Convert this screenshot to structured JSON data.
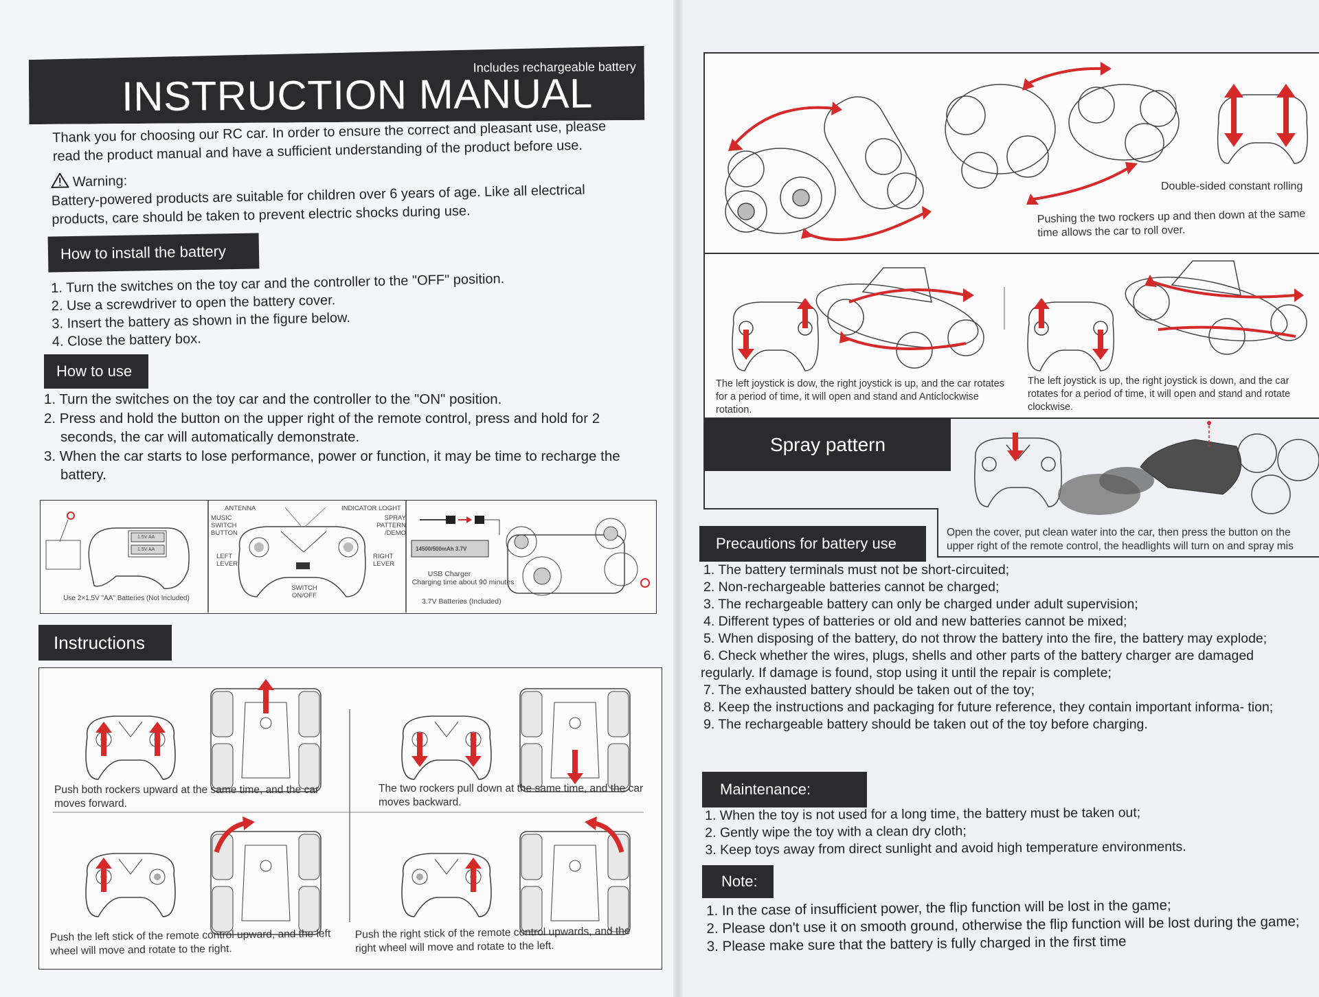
{
  "header": {
    "subtitle": "Includes rechargeable battery",
    "title": "INSTRUCTION MANUAL"
  },
  "intro": "Thank you for choosing our RC car. In order to ensure the correct and pleasant use, please read the product manual and have a sufficient understanding of the product before use.",
  "warning": {
    "label": "Warning:",
    "text": "Battery-powered products are suitable for children over 6 years of age. Like all electrical products, care should be taken to prevent electric shocks during use."
  },
  "install": {
    "heading": "How to install the battery",
    "steps": [
      "1. Turn the switches on the toy car and the controller to the \"OFF\" position.",
      "2. Use a screwdriver to open the battery cover.",
      "3. Insert the battery as shown in the figure below.",
      "4. Close the battery box."
    ]
  },
  "use": {
    "heading": "How to use",
    "steps": [
      "1. Turn the switches on the toy car and the controller to the \"ON\" position.",
      "2. Press and hold the button on the upper right of the remote control, press and hold for 2 seconds, the car will automatically demonstrate.",
      "3. When the car starts to lose performance, power or function, it may be time to recharge the battery."
    ]
  },
  "diagram": {
    "battery_caption": "Use 2×1.5V \"AA\" Batteries (Not Included)",
    "battery_label_1": "1.5V AA",
    "battery_label_2": "1.5V AA",
    "antenna": "ANTENNA",
    "indicator": "INDICATOR LOGHT",
    "music_switch": "MUSIC SWITCH BUTTON",
    "spray_pattern": "SPRAY PATTERN /DEMO",
    "left_lever": "LEFT LEVER",
    "right_lever": "RIGHT LEVER",
    "switch": "SWITCH ON/OFF",
    "battery_pack": "14500/500mAh 3.7V",
    "charger": "USB Charger",
    "charge_time": "Charging time about 90 minutes",
    "batteries_included": "3.7V Batteries (Included)"
  },
  "instructions": {
    "heading": "Instructions",
    "forward": "Push both rockers upward at the same time, and the car moves forward.",
    "backward": "The two rockers pull down at the same time, and the car moves backward.",
    "left": "Push the left stick of the remote control upward, and the left wheel will move and rotate to the right.",
    "right": "Push the right stick of the remote control upwards, and the right wheel will move and rotate to the left."
  },
  "right_panel": {
    "double_sided": "Double-sided constant rolling",
    "roll_over": "Pushing the two rockers up and then down at the same time allows the car to roll over.",
    "anticlockwise": "The left joystick is dow, the right joystick is up, and the car rotates for a period of time, it will open and stand and Anticlockwise rotation.",
    "clockwise": "The left joystick is up, the right joystick is down, and the car rotates for a period of time, it will open and stand and rotate clockwise."
  },
  "spray": {
    "heading": "Spray pattern",
    "text": "Open the cover, put clean water into the car, then press the button on the upper right of the remote control, the headlights will turn on and spray mis"
  },
  "precautions": {
    "heading": "Precautions for battery use",
    "items": [
      "1. The battery terminals must not be short-circuited;",
      "2. Non-rechargeable batteries cannot be charged;",
      "3. The rechargeable battery can only be charged under adult supervision;",
      "4. Different types of batteries or old and new batteries cannot be mixed;",
      "5. When disposing of the battery, do not throw the battery into the fire, the battery may explode;",
      "6. Check whether the wires, plugs, shells and other parts of the battery charger are damaged regularly. If damage is found, stop using it until the repair is complete;",
      "7. The exhausted battery should be taken out of the toy;",
      "8. Keep the instructions and packaging for future reference, they contain important informa- tion;",
      "9. The rechargeable battery should be taken out of the toy before charging."
    ]
  },
  "maintenance": {
    "heading": "Maintenance:",
    "items": [
      "1. When the toy is not used for a long time, the battery must be taken out;",
      "2. Gently wipe the toy with a clean dry cloth;",
      "3. Keep toys away from direct sunlight and avoid high temperature environments."
    ]
  },
  "note": {
    "heading": "Note:",
    "items": [
      "1. In the case of insufficient power, the flip function will be lost in the game;",
      "2. Please don't use it on smooth ground, otherwise the flip function will be lost during the game;",
      "3. Please make sure that the battery is fully charged in the first time"
    ]
  },
  "colors": {
    "dark_band": "#2b2b2e",
    "arrow_red": "#d42a2a",
    "paper": "#f4f5f8"
  }
}
